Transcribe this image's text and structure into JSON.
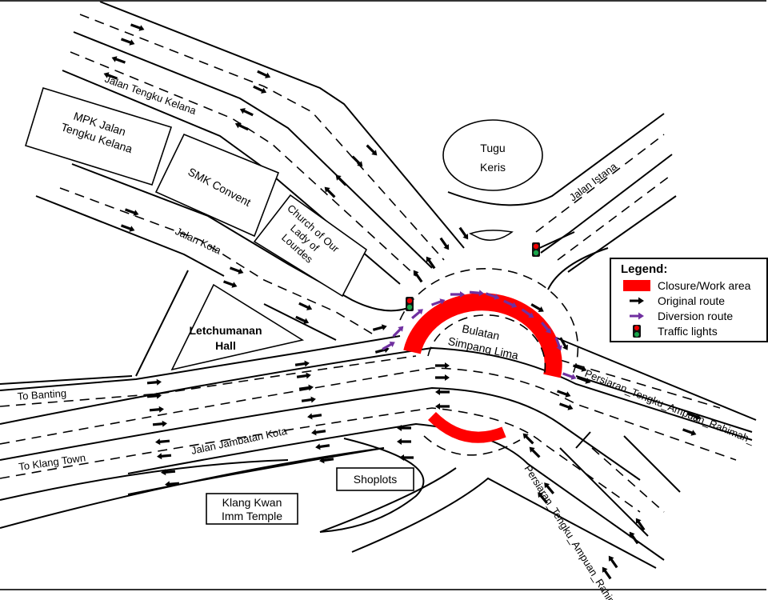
{
  "colors": {
    "closure": "#ff0000",
    "original_arrow": "#000000",
    "diversion_arrow": "#7030a0",
    "light_red": "#ee0000",
    "light_green": "#1aa64b"
  },
  "roads": {
    "jalan_tengku_kelana": "Jalan Tengku Kelana",
    "jalan_kota": "Jalan Kota",
    "jalan_istana": "Jalan Istana",
    "to_banting": "To Banting",
    "to_klang_town": "To Klang Town",
    "jalan_jambatan_kota": "Jalan Jambatan Kota",
    "persiaran_east": "Persiaran_Tengku_Ampuan_Rahimah_",
    "persiaran_south": "Persiaran_Tengku_Ampuan_Rahimah"
  },
  "landmarks": {
    "mpk": [
      "MPK Jalan",
      "Tengku Kelana"
    ],
    "smk": "SMK Convent",
    "church": [
      "Church of Our",
      "Lady of",
      "Lourdes"
    ],
    "hall": [
      "Letchumanan",
      "Hall"
    ],
    "tugu": [
      "Tugu",
      "Keris"
    ],
    "roundabout": [
      "Bulatan",
      "Simpang Lima"
    ],
    "shoplots": "Shoplots",
    "temple": [
      "Klang Kwan",
      "Imm Temple"
    ]
  },
  "legend": {
    "title": "Legend:",
    "items": [
      {
        "label": "Closure/Work area",
        "icon": "closure-swatch"
      },
      {
        "label": "Original route",
        "icon": "black-arrow-icon"
      },
      {
        "label": "Diversion route",
        "icon": "purple-arrow-icon"
      },
      {
        "label": "Traffic lights",
        "icon": "traffic-light-icon"
      }
    ]
  }
}
